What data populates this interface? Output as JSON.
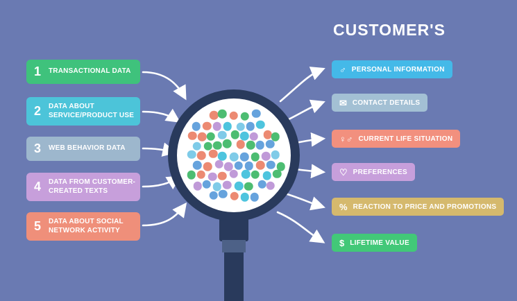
{
  "title": "CUSTOMER'S",
  "background_color": "#6a7ab2",
  "left_items": [
    {
      "number": "1",
      "label": "TRANSACTIONAL DATA",
      "color": "#3fc27c"
    },
    {
      "number": "2",
      "label": "DATA ABOUT SERVICE/PRODUCT USE",
      "color": "#4cc4d9"
    },
    {
      "number": "3",
      "label": "WEB BEHAVIOR DATA",
      "color": "#9db7cd"
    },
    {
      "number": "4",
      "label": "DATA FROM CUSTOMER-CREATED TEXTS",
      "color": "#c79fdb"
    },
    {
      "number": "5",
      "label": "DATA ABOUT SOCIAL NETWORK ACTIVITY",
      "color": "#ef8f7a"
    }
  ],
  "right_items": [
    {
      "icon": "male-icon",
      "glyph": "♂",
      "label": "PERSONAL INFORMATION",
      "color": "#44b9e8"
    },
    {
      "icon": "envelope-icon",
      "glyph": "✉",
      "label": "CONTACT DETAILS",
      "color": "#a3c0d4"
    },
    {
      "icon": "couple-icon",
      "glyph": "♀♂",
      "label": "CURRENT LIFE SITUATION",
      "color": "#f2907e"
    },
    {
      "icon": "heart-icon",
      "glyph": "♡",
      "label": "PREFERENCES",
      "color": "#c79fdb"
    },
    {
      "icon": "percent-icon",
      "glyph": "%",
      "label": "REACTION TO PRICE AND PROMOTIONS",
      "color": "#d5b96d"
    },
    {
      "icon": "dollar-icon",
      "glyph": "$",
      "label": "LIFETIME VALUE",
      "color": "#42c878"
    }
  ],
  "magnifier": {
    "ring_color": "#293a5c",
    "dot_colors": [
      "#4dbd72",
      "#66a3dd",
      "#ec8a72",
      "#c09ad8",
      "#4ec4de",
      "#7fcbe8"
    ]
  }
}
